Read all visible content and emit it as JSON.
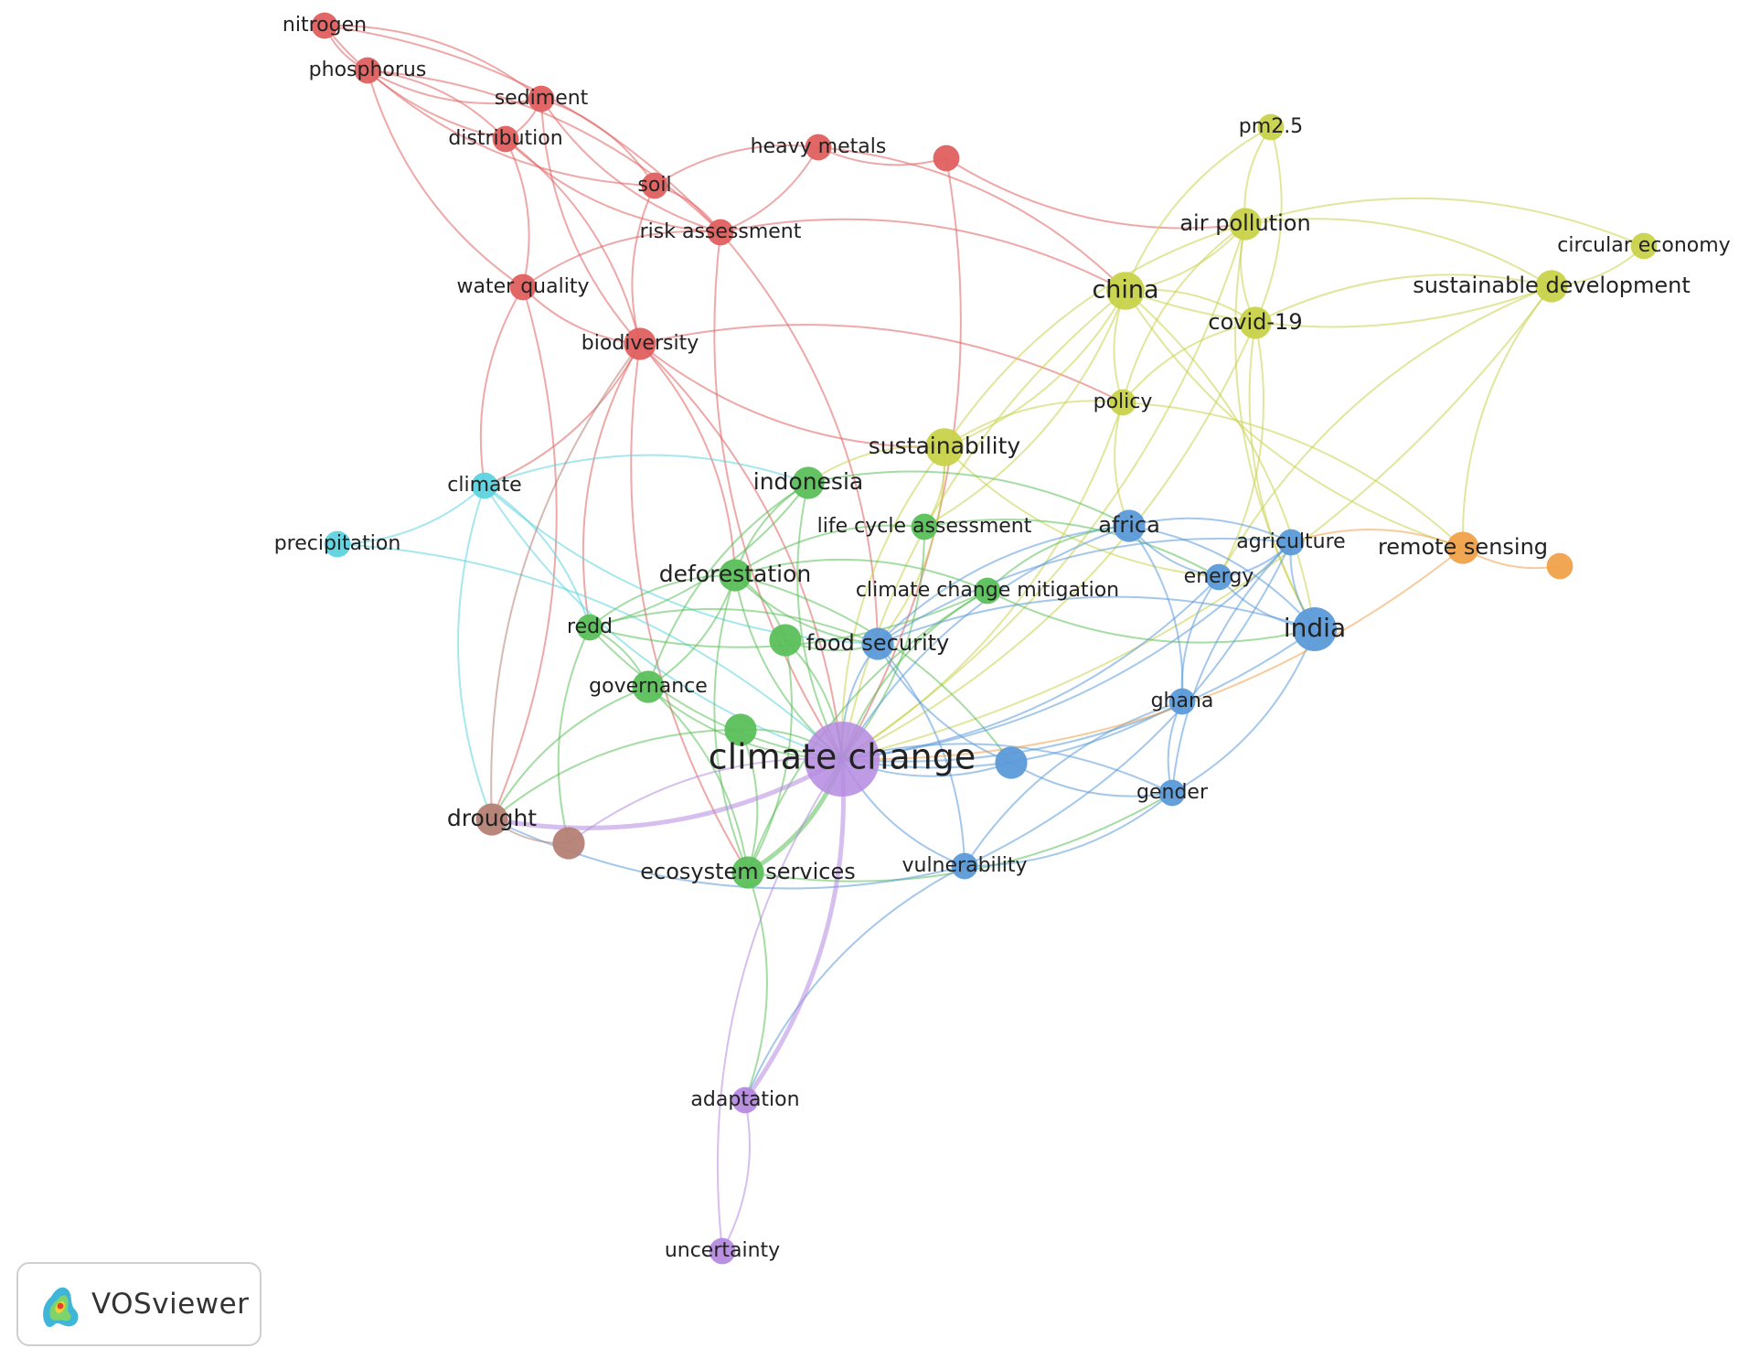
{
  "app": {
    "brand": "VOSviewer"
  },
  "clusters": {
    "red": "#e06060",
    "green": "#5bbf5a",
    "blue": "#5b9ad8",
    "yellow": "#c8d24a",
    "purple": "#b58ae0",
    "cyan": "#5dd3df",
    "orange": "#f0a14a",
    "brown": "#b47f74"
  },
  "nodes": [
    {
      "id": "nitrogen",
      "label": "nitrogen",
      "cluster": "red",
      "weight": 2
    },
    {
      "id": "phosphorus",
      "label": "phosphorus",
      "cluster": "red",
      "weight": 2
    },
    {
      "id": "sediment",
      "label": "sediment",
      "cluster": "red",
      "weight": 2
    },
    {
      "id": "distribution",
      "label": "distribution",
      "cluster": "red",
      "weight": 2
    },
    {
      "id": "heavy-metals",
      "label": "heavy metals",
      "cluster": "red",
      "weight": 2
    },
    {
      "id": "red-unlabeled",
      "label": "",
      "cluster": "red",
      "weight": 2
    },
    {
      "id": "soil",
      "label": "soil",
      "cluster": "red",
      "weight": 2
    },
    {
      "id": "risk-assessment",
      "label": "risk assessment",
      "cluster": "red",
      "weight": 2
    },
    {
      "id": "water-quality",
      "label": "water quality",
      "cluster": "red",
      "weight": 2
    },
    {
      "id": "biodiversity",
      "label": "biodiversity",
      "cluster": "red",
      "weight": 3
    },
    {
      "id": "pm2-5",
      "label": "pm2.5",
      "cluster": "yellow",
      "weight": 2
    },
    {
      "id": "air-pollution",
      "label": "air pollution",
      "cluster": "yellow",
      "weight": 3
    },
    {
      "id": "circular-economy",
      "label": "circular economy",
      "cluster": "yellow",
      "weight": 2
    },
    {
      "id": "sustainable-development",
      "label": "sustainable development",
      "cluster": "yellow",
      "weight": 3
    },
    {
      "id": "china",
      "label": "china",
      "cluster": "yellow",
      "weight": 4
    },
    {
      "id": "covid-19",
      "label": "covid-19",
      "cluster": "yellow",
      "weight": 3
    },
    {
      "id": "policy",
      "label": "policy",
      "cluster": "yellow",
      "weight": 2
    },
    {
      "id": "sustainability",
      "label": "sustainability",
      "cluster": "yellow",
      "weight": 4
    },
    {
      "id": "climate",
      "label": "climate",
      "cluster": "cyan",
      "weight": 2
    },
    {
      "id": "precipitation",
      "label": "precipitation",
      "cluster": "cyan",
      "weight": 2
    },
    {
      "id": "indonesia",
      "label": "indonesia",
      "cluster": "green",
      "weight": 3
    },
    {
      "id": "life-cycle-assessment",
      "label": "life cycle assessment",
      "cluster": "green",
      "weight": 2
    },
    {
      "id": "deforestation",
      "label": "deforestation",
      "cluster": "green",
      "weight": 3
    },
    {
      "id": "climate-change-mitigation",
      "label": "climate change mitigation",
      "cluster": "green",
      "weight": 2
    },
    {
      "id": "redd",
      "label": "redd",
      "cluster": "green",
      "weight": 2
    },
    {
      "id": "green-unlabeled-1",
      "label": "",
      "cluster": "green",
      "weight": 3
    },
    {
      "id": "governance",
      "label": "governance",
      "cluster": "green",
      "weight": 3
    },
    {
      "id": "green-unlabeled-2",
      "label": "",
      "cluster": "green",
      "weight": 3
    },
    {
      "id": "ecosystem-services",
      "label": "ecosystem services",
      "cluster": "green",
      "weight": 3
    },
    {
      "id": "africa",
      "label": "africa",
      "cluster": "blue",
      "weight": 3
    },
    {
      "id": "agriculture",
      "label": "agriculture",
      "cluster": "blue",
      "weight": 2
    },
    {
      "id": "energy",
      "label": "energy",
      "cluster": "blue",
      "weight": 2
    },
    {
      "id": "india",
      "label": "india",
      "cluster": "blue",
      "weight": 5
    },
    {
      "id": "food-security",
      "label": "food security",
      "cluster": "blue",
      "weight": 3
    },
    {
      "id": "ghana",
      "label": "ghana",
      "cluster": "blue",
      "weight": 2
    },
    {
      "id": "blue-unlabeled",
      "label": "",
      "cluster": "blue",
      "weight": 3
    },
    {
      "id": "gender",
      "label": "gender",
      "cluster": "blue",
      "weight": 2
    },
    {
      "id": "vulnerability",
      "label": "vulnerability",
      "cluster": "blue",
      "weight": 2
    },
    {
      "id": "remote-sensing",
      "label": "remote sensing",
      "cluster": "orange",
      "weight": 3
    },
    {
      "id": "orange-unlabeled",
      "label": "",
      "cluster": "orange",
      "weight": 2
    },
    {
      "id": "climate-change",
      "label": "climate change",
      "cluster": "purple",
      "weight": 10
    },
    {
      "id": "adaptation",
      "label": "adaptation",
      "cluster": "purple",
      "weight": 2
    },
    {
      "id": "uncertainty",
      "label": "uncertainty",
      "cluster": "purple",
      "weight": 2
    },
    {
      "id": "drought",
      "label": "drought",
      "cluster": "brown",
      "weight": 3
    },
    {
      "id": "brown-unlabeled",
      "label": "",
      "cluster": "brown",
      "weight": 3
    }
  ],
  "edges": [
    [
      "nitrogen",
      "phosphorus"
    ],
    [
      "nitrogen",
      "sediment"
    ],
    [
      "nitrogen",
      "distribution"
    ],
    [
      "nitrogen",
      "risk-assessment"
    ],
    [
      "phosphorus",
      "sediment"
    ],
    [
      "phosphorus",
      "distribution"
    ],
    [
      "phosphorus",
      "water-quality"
    ],
    [
      "phosphorus",
      "risk-assessment"
    ],
    [
      "phosphorus",
      "soil"
    ],
    [
      "sediment",
      "distribution"
    ],
    [
      "sediment",
      "risk-assessment"
    ],
    [
      "sediment",
      "soil"
    ],
    [
      "sediment",
      "biodiversity"
    ],
    [
      "distribution",
      "water-quality"
    ],
    [
      "distribution",
      "risk-assessment"
    ],
    [
      "distribution",
      "biodiversity"
    ],
    [
      "heavy-metals",
      "soil"
    ],
    [
      "heavy-metals",
      "risk-assessment"
    ],
    [
      "heavy-metals",
      "red-unlabeled"
    ],
    [
      "heavy-metals",
      "china"
    ],
    [
      "red-unlabeled",
      "air-pollution"
    ],
    [
      "red-unlabeled",
      "climate-change"
    ],
    [
      "soil",
      "biodiversity"
    ],
    [
      "soil",
      "risk-assessment"
    ],
    [
      "risk-assessment",
      "climate-change"
    ],
    [
      "risk-assessment",
      "china"
    ],
    [
      "risk-assessment",
      "water-quality"
    ],
    [
      "risk-assessment",
      "food-security"
    ],
    [
      "water-quality",
      "climate"
    ],
    [
      "water-quality",
      "drought"
    ],
    [
      "water-quality",
      "biodiversity"
    ],
    [
      "biodiversity",
      "climate-change"
    ],
    [
      "biodiversity",
      "sustainability"
    ],
    [
      "biodiversity",
      "deforestation"
    ],
    [
      "biodiversity",
      "redd"
    ],
    [
      "biodiversity",
      "climate"
    ],
    [
      "biodiversity",
      "ecosystem-services"
    ],
    [
      "biodiversity",
      "policy"
    ],
    [
      "pm2-5",
      "air-pollution"
    ],
    [
      "pm2-5",
      "covid-19"
    ],
    [
      "pm2-5",
      "china"
    ],
    [
      "air-pollution",
      "china"
    ],
    [
      "air-pollution",
      "covid-19"
    ],
    [
      "air-pollution",
      "sustainable-development"
    ],
    [
      "air-pollution",
      "policy"
    ],
    [
      "air-pollution",
      "climate-change"
    ],
    [
      "air-pollution",
      "india"
    ],
    [
      "air-pollution",
      "circular-economy"
    ],
    [
      "air-pollution",
      "sustainability"
    ],
    [
      "circular-economy",
      "sustainable-development"
    ],
    [
      "sustainable-development",
      "covid-19"
    ],
    [
      "sustainable-development",
      "china"
    ],
    [
      "sustainable-development",
      "remote-sensing"
    ],
    [
      "sustainable-development",
      "climate-change"
    ],
    [
      "sustainable-development",
      "energy"
    ],
    [
      "china",
      "covid-19"
    ],
    [
      "china",
      "policy"
    ],
    [
      "china",
      "sustainability"
    ],
    [
      "china",
      "climate-change"
    ],
    [
      "china",
      "india"
    ],
    [
      "china",
      "remote-sensing"
    ],
    [
      "china",
      "life-cycle-assessment"
    ],
    [
      "covid-19",
      "policy"
    ],
    [
      "covid-19",
      "climate-change"
    ],
    [
      "covid-19",
      "india"
    ],
    [
      "covid-19",
      "energy"
    ],
    [
      "policy",
      "sustainability"
    ],
    [
      "policy",
      "climate-change"
    ],
    [
      "policy",
      "africa"
    ],
    [
      "policy",
      "remote-sensing"
    ],
    [
      "sustainability",
      "climate-change"
    ],
    [
      "sustainability",
      "life-cycle-assessment"
    ],
    [
      "sustainability",
      "indonesia"
    ],
    [
      "sustainability",
      "food-security"
    ],
    [
      "sustainability",
      "energy"
    ],
    [
      "climate",
      "precipitation"
    ],
    [
      "climate",
      "climate-change"
    ],
    [
      "climate",
      "redd"
    ],
    [
      "climate",
      "drought"
    ],
    [
      "climate",
      "indonesia"
    ],
    [
      "climate",
      "food-security"
    ],
    [
      "precipitation",
      "climate-change"
    ],
    [
      "indonesia",
      "deforestation"
    ],
    [
      "indonesia",
      "redd"
    ],
    [
      "indonesia",
      "climate-change"
    ],
    [
      "indonesia",
      "africa"
    ],
    [
      "indonesia",
      "governance"
    ],
    [
      "life-cycle-assessment",
      "climate-change"
    ],
    [
      "life-cycle-assessment",
      "deforestation"
    ],
    [
      "life-cycle-assessment",
      "energy"
    ],
    [
      "deforestation",
      "redd"
    ],
    [
      "deforestation",
      "governance"
    ],
    [
      "deforestation",
      "climate-change"
    ],
    [
      "deforestation",
      "climate-change-mitigation"
    ],
    [
      "deforestation",
      "ecosystem-services"
    ],
    [
      "deforestation",
      "green-unlabeled-1"
    ],
    [
      "deforestation",
      "food-security"
    ],
    [
      "deforestation",
      "blue-unlabeled"
    ],
    [
      "climate-change-mitigation",
      "climate-change"
    ],
    [
      "climate-change-mitigation",
      "africa"
    ],
    [
      "climate-change-mitigation",
      "india"
    ],
    [
      "climate-change-mitigation",
      "redd"
    ],
    [
      "climate-change-mitigation",
      "ecosystem-services"
    ],
    [
      "redd",
      "governance"
    ],
    [
      "redd",
      "climate-change"
    ],
    [
      "redd",
      "food-security"
    ],
    [
      "redd",
      "brown-unlabeled"
    ],
    [
      "green-unlabeled-1",
      "climate-change"
    ],
    [
      "green-unlabeled-1",
      "food-security"
    ],
    [
      "green-unlabeled-1",
      "ecosystem-services"
    ],
    [
      "governance",
      "climate-change"
    ],
    [
      "governance",
      "ecosystem-services"
    ],
    [
      "governance",
      "drought"
    ],
    [
      "green-unlabeled-2",
      "climate-change"
    ],
    [
      "green-unlabeled-2",
      "drought"
    ],
    [
      "green-unlabeled-2",
      "ecosystem-services"
    ],
    [
      "ecosystem-services",
      "climate-change"
    ],
    [
      "ecosystem-services",
      "adaptation"
    ],
    [
      "ecosystem-services",
      "gender"
    ],
    [
      "africa",
      "agriculture"
    ],
    [
      "africa",
      "energy"
    ],
    [
      "africa",
      "india"
    ],
    [
      "africa",
      "climate-change"
    ],
    [
      "africa",
      "ghana"
    ],
    [
      "africa",
      "food-security"
    ],
    [
      "agriculture",
      "energy"
    ],
    [
      "agriculture",
      "india"
    ],
    [
      "agriculture",
      "climate-change"
    ],
    [
      "agriculture",
      "gender"
    ],
    [
      "agriculture",
      "vulnerability"
    ],
    [
      "energy",
      "india"
    ],
    [
      "energy",
      "climate-change"
    ],
    [
      "energy",
      "ghana"
    ],
    [
      "india",
      "climate-change"
    ],
    [
      "india",
      "food-security"
    ],
    [
      "india",
      "gender"
    ],
    [
      "food-security",
      "climate-change"
    ],
    [
      "food-security",
      "vulnerability"
    ],
    [
      "food-security",
      "blue-unlabeled"
    ],
    [
      "food-security",
      "agriculture"
    ],
    [
      "ghana",
      "gender"
    ],
    [
      "ghana",
      "climate-change"
    ],
    [
      "ghana",
      "vulnerability"
    ],
    [
      "blue-unlabeled",
      "climate-change"
    ],
    [
      "blue-unlabeled",
      "gender"
    ],
    [
      "gender",
      "vulnerability"
    ],
    [
      "gender",
      "climate-change"
    ],
    [
      "vulnerability",
      "climate-change"
    ],
    [
      "vulnerability",
      "adaptation"
    ],
    [
      "vulnerability",
      "drought"
    ],
    [
      "remote-sensing",
      "orange-unlabeled"
    ],
    [
      "remote-sensing",
      "climate-change"
    ],
    [
      "remote-sensing",
      "agriculture"
    ],
    [
      "climate-change",
      "adaptation"
    ],
    [
      "climate-change",
      "uncertainty"
    ],
    [
      "climate-change",
      "drought"
    ],
    [
      "climate-change",
      "brown-unlabeled"
    ],
    [
      "adaptation",
      "uncertainty"
    ],
    [
      "drought",
      "brown-unlabeled"
    ],
    [
      "drought",
      "biodiversity"
    ]
  ]
}
